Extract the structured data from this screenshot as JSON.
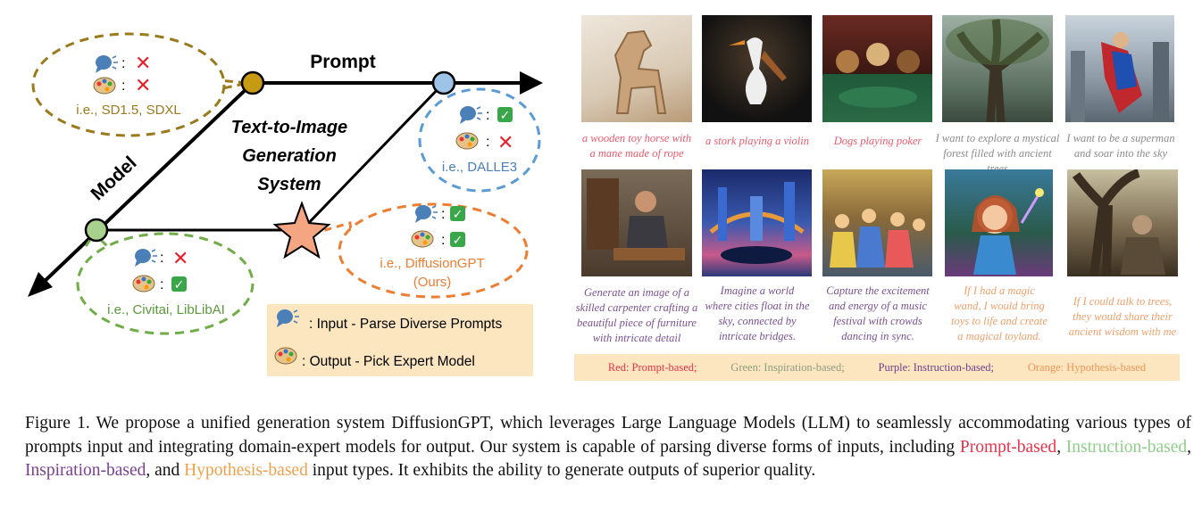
{
  "diagram": {
    "prompt_label": "Prompt",
    "model_label": "Model",
    "system_title": [
      "Text-to-Image",
      "Generation",
      "System"
    ],
    "bubbles": {
      "sd": {
        "ref": "i.e., SD1.5, SDXL",
        "input_mark": "✕",
        "output_mark": "✕",
        "color": "#9a7a1c"
      },
      "dalle": {
        "ref": "i.e., DALLE3",
        "input_mark": "✓",
        "output_mark": "✕",
        "color": "#5b9bd5"
      },
      "diffusiongpt": {
        "ref": [
          "i.e., DiffusionGPT",
          "(Ours)"
        ],
        "input_mark": "✓",
        "output_mark": "✓",
        "color": "#ed7d31"
      },
      "civitai": {
        "ref": "i.e., Civitai, LibLibAI",
        "input_mark": "✕",
        "output_mark": "✓",
        "color": "#70ad47"
      }
    },
    "colon": ":",
    "legend": {
      "input": ": Input - Parse Diverse Prompts",
      "output": ": Output - Pick Expert Model"
    }
  },
  "gallery": [
    {
      "caption": [
        "a wooden toy horse with",
        "a mane made of rope"
      ],
      "type": "prompt"
    },
    {
      "caption": [
        "a stork playing a violin"
      ],
      "type": "prompt"
    },
    {
      "caption": [
        "Dogs playing poker"
      ],
      "type": "prompt"
    },
    {
      "caption": [
        "I want to explore a mystical",
        "forest filled with ancient trees"
      ],
      "type": "inspiration"
    },
    {
      "caption": [
        "I want to be a superman",
        "and soar into the sky"
      ],
      "type": "inspiration"
    },
    {
      "caption": [
        "Generate an image of a",
        "skilled carpenter crafting a",
        "beautiful piece of furniture",
        "with intricate detail"
      ],
      "type": "instruction"
    },
    {
      "caption": [
        "Imagine a world",
        "where cities float in the",
        "sky, connected by",
        "intricate bridges."
      ],
      "type": "instruction"
    },
    {
      "caption": [
        "Capture the excitement",
        "and energy of a music",
        "festival with crowds",
        "dancing in sync."
      ],
      "type": "instruction"
    },
    {
      "caption": [
        "If I had a magic",
        "wand, I would bring",
        "toys to life and create",
        "a magical toyland."
      ],
      "type": "hypothesis"
    },
    {
      "caption": [
        "If I could talk to trees,",
        "they would share their",
        "ancient wisdom with me"
      ],
      "type": "hypothesis"
    }
  ],
  "type_colors": {
    "prompt": "#ec5a6c",
    "inspiration": "#8c8c8c",
    "instruction": "#7a5294",
    "hypothesis": "#f0a06a"
  },
  "legend_strip": [
    {
      "text": "Red: Prompt-based;",
      "color": "#e8334a"
    },
    {
      "text": "Green: Inspiration-based;",
      "color": "#8f9a82"
    },
    {
      "text": "Purple: Instruction-based;",
      "color": "#6b3f8f"
    },
    {
      "text": "Orange: Hypothesis-based",
      "color": "#f0955a"
    }
  ],
  "figure_caption": {
    "part1": "Figure 1. We propose a unified generation system DiffusionGPT, which leverages Large Language Models (LLM) to seamlessly accommodating various types of prompts input and integrating domain-expert models for output. Our system is capable of parsing diverse forms of inputs, including ",
    "prompt_based": "Prompt-based",
    "sep1": ", ",
    "instruction_based": "Instruction-based",
    "sep2": ", ",
    "inspiration_based": "Inspiration-based",
    "sep3": ", and ",
    "hypothesis_based": "Hypothesis-based",
    "part2": " input types. It exhibits the ability to generate outputs of superior quality.",
    "colors": {
      "prompt": "#e8334a",
      "instruction": "#8fce8a",
      "inspiration": "#7a3f8f",
      "hypothesis": "#f0a04a"
    }
  }
}
